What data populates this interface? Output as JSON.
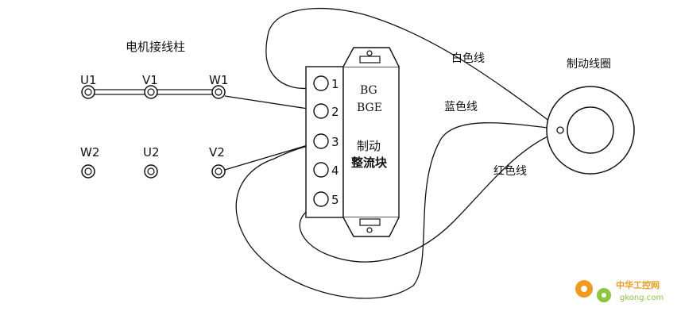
{
  "motor": {
    "title": "电机接线柱",
    "top_terminals": [
      "U1",
      "V1",
      "W1"
    ],
    "bottom_terminals": [
      "W2",
      "U2",
      "V2"
    ]
  },
  "rectifier": {
    "pins": [
      "1",
      "2",
      "3",
      "4",
      "5"
    ],
    "model_line1": "BG",
    "model_line2": "BGE",
    "name_line1": "制动",
    "name_line2": "整流块"
  },
  "wires": {
    "white": "白色线",
    "blue": "蓝色线",
    "red": "红色线"
  },
  "coil": {
    "title": "制动线圈"
  },
  "watermark": {
    "name": "中华工控网",
    "url": "gkong.com"
  },
  "colors": {
    "line": "#111111",
    "watermark_orange": "#f39a1e",
    "watermark_green": "#8cc63f"
  }
}
